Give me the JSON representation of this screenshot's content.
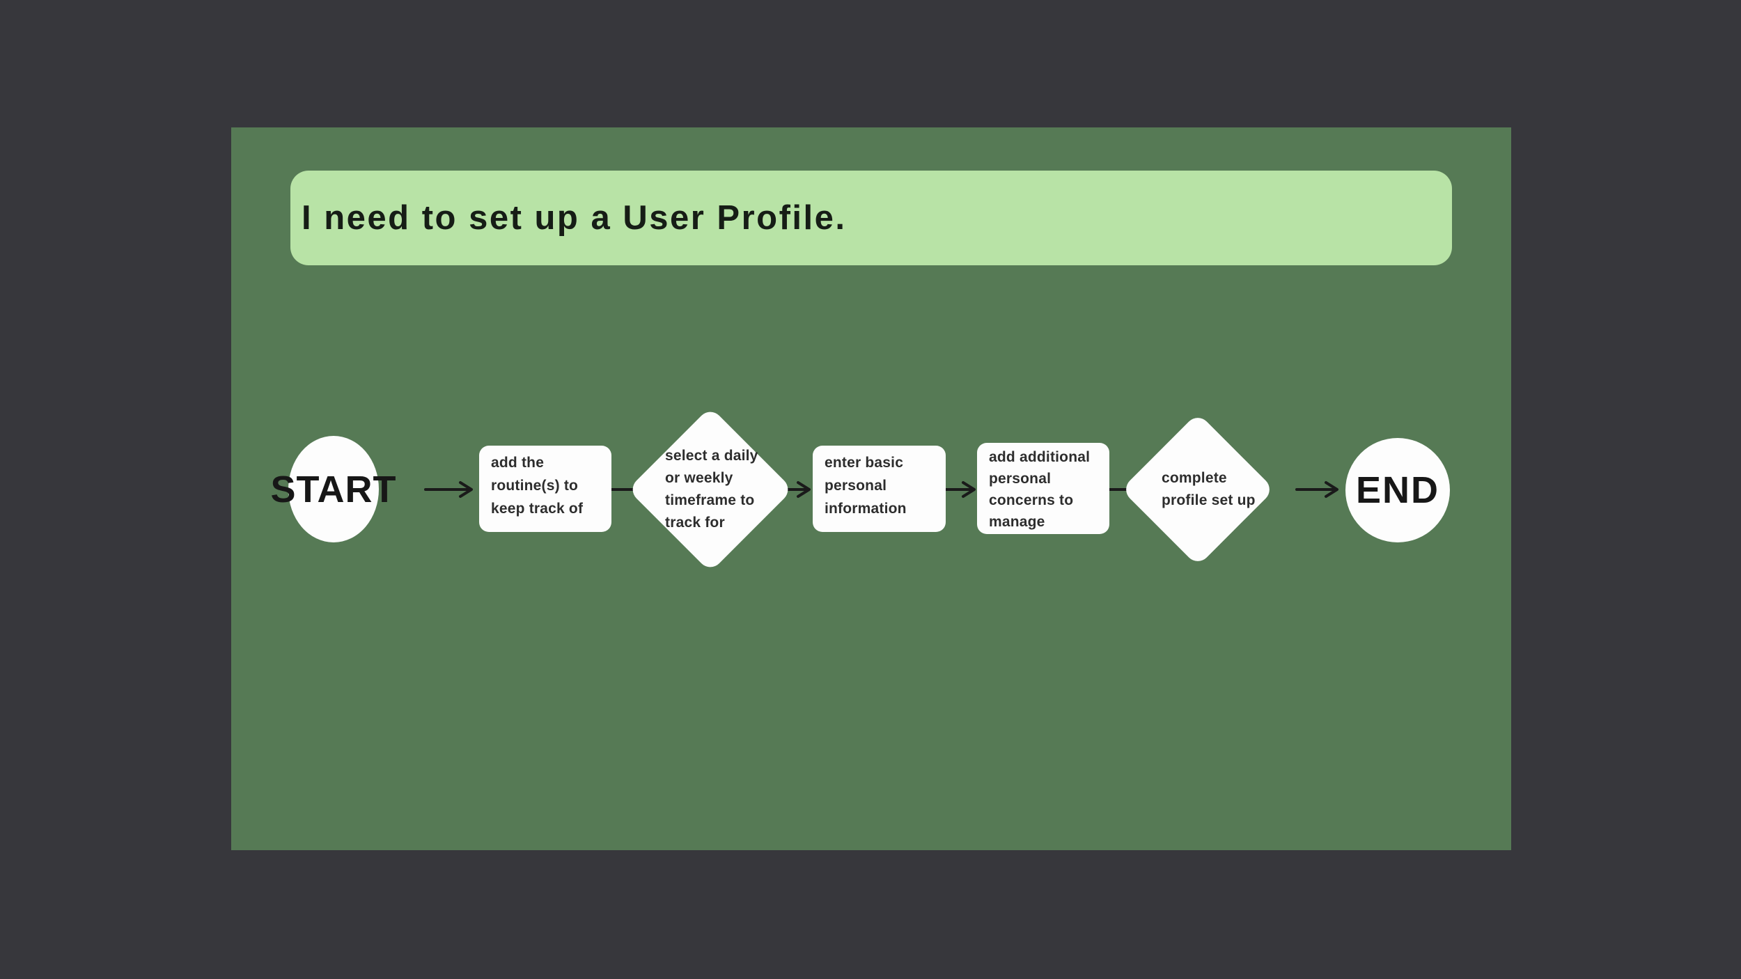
{
  "colors": {
    "canvas-bg": "#37373c",
    "slide-bg": "#567a55",
    "banner-bg": "#b8e3a6",
    "shape-fill": "#fdfdfd",
    "ink": "#222222",
    "connector": "#1a1a1a"
  },
  "banner": {
    "text": "I need to set up a User Profile."
  },
  "flowchart": {
    "nodes": [
      {
        "id": "start",
        "type": "terminal",
        "label": "START"
      },
      {
        "id": "add-routines",
        "type": "process",
        "label": "add the\nroutine(s) to\nkeep track of"
      },
      {
        "id": "select-timeframe",
        "type": "decision",
        "label": "select a daily\nor weekly\ntimeframe to\ntrack for"
      },
      {
        "id": "enter-basic-info",
        "type": "process",
        "label": "enter basic\npersonal\ninformation"
      },
      {
        "id": "add-concerns",
        "type": "process",
        "label": "add additional\npersonal\nconcerns to\nmanage"
      },
      {
        "id": "complete-setup",
        "type": "decision",
        "label": "complete\nprofile set up"
      },
      {
        "id": "end",
        "type": "terminal",
        "label": "END"
      }
    ],
    "connectors": [
      {
        "from": "start",
        "to": "add-routines"
      },
      {
        "from": "add-routines",
        "to": "select-timeframe"
      },
      {
        "from": "select-timeframe",
        "to": "enter-basic-info"
      },
      {
        "from": "enter-basic-info",
        "to": "add-concerns"
      },
      {
        "from": "add-concerns",
        "to": "complete-setup"
      },
      {
        "from": "complete-setup",
        "to": "end"
      }
    ]
  }
}
